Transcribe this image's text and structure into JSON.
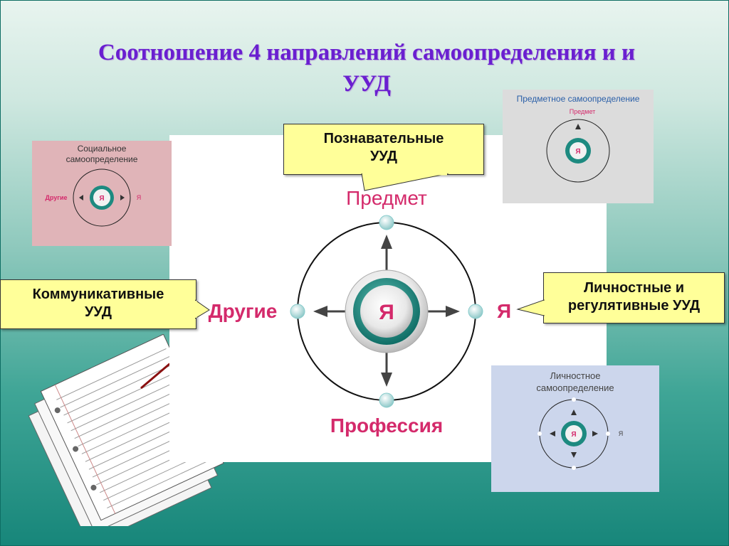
{
  "slide": {
    "title_line1": "Соотношение 4 направлений самоопределения и и",
    "title_line2": "УУД"
  },
  "diagram": {
    "center": "Я",
    "top": "Предмет",
    "bottom": "Профессия",
    "left": "Другие",
    "right": "Я"
  },
  "callouts": {
    "cognitive": [
      "Познавательные",
      "УУД"
    ],
    "communicative": [
      "Коммуникативные",
      "УУД"
    ],
    "personal": [
      "Личностные и",
      "регулятивные УУД"
    ]
  },
  "thumbnails": {
    "social": {
      "caption": [
        "Социальное",
        "самоопределение"
      ],
      "left_label": "Другие",
      "right_label": "Я",
      "center": "Я"
    },
    "subject": {
      "caption": "Предметное самоопределение",
      "top_label": "Предмет",
      "center": "Я"
    },
    "personal": {
      "caption": [
        "Личностное",
        "самоопределение"
      ],
      "right_label": "Я",
      "center": "Я"
    }
  },
  "colors": {
    "title": "#6a1fd0",
    "label_pink": "#d42a6b",
    "callout_bg": "#ffff99",
    "teal_ring": "#1d8a80"
  }
}
